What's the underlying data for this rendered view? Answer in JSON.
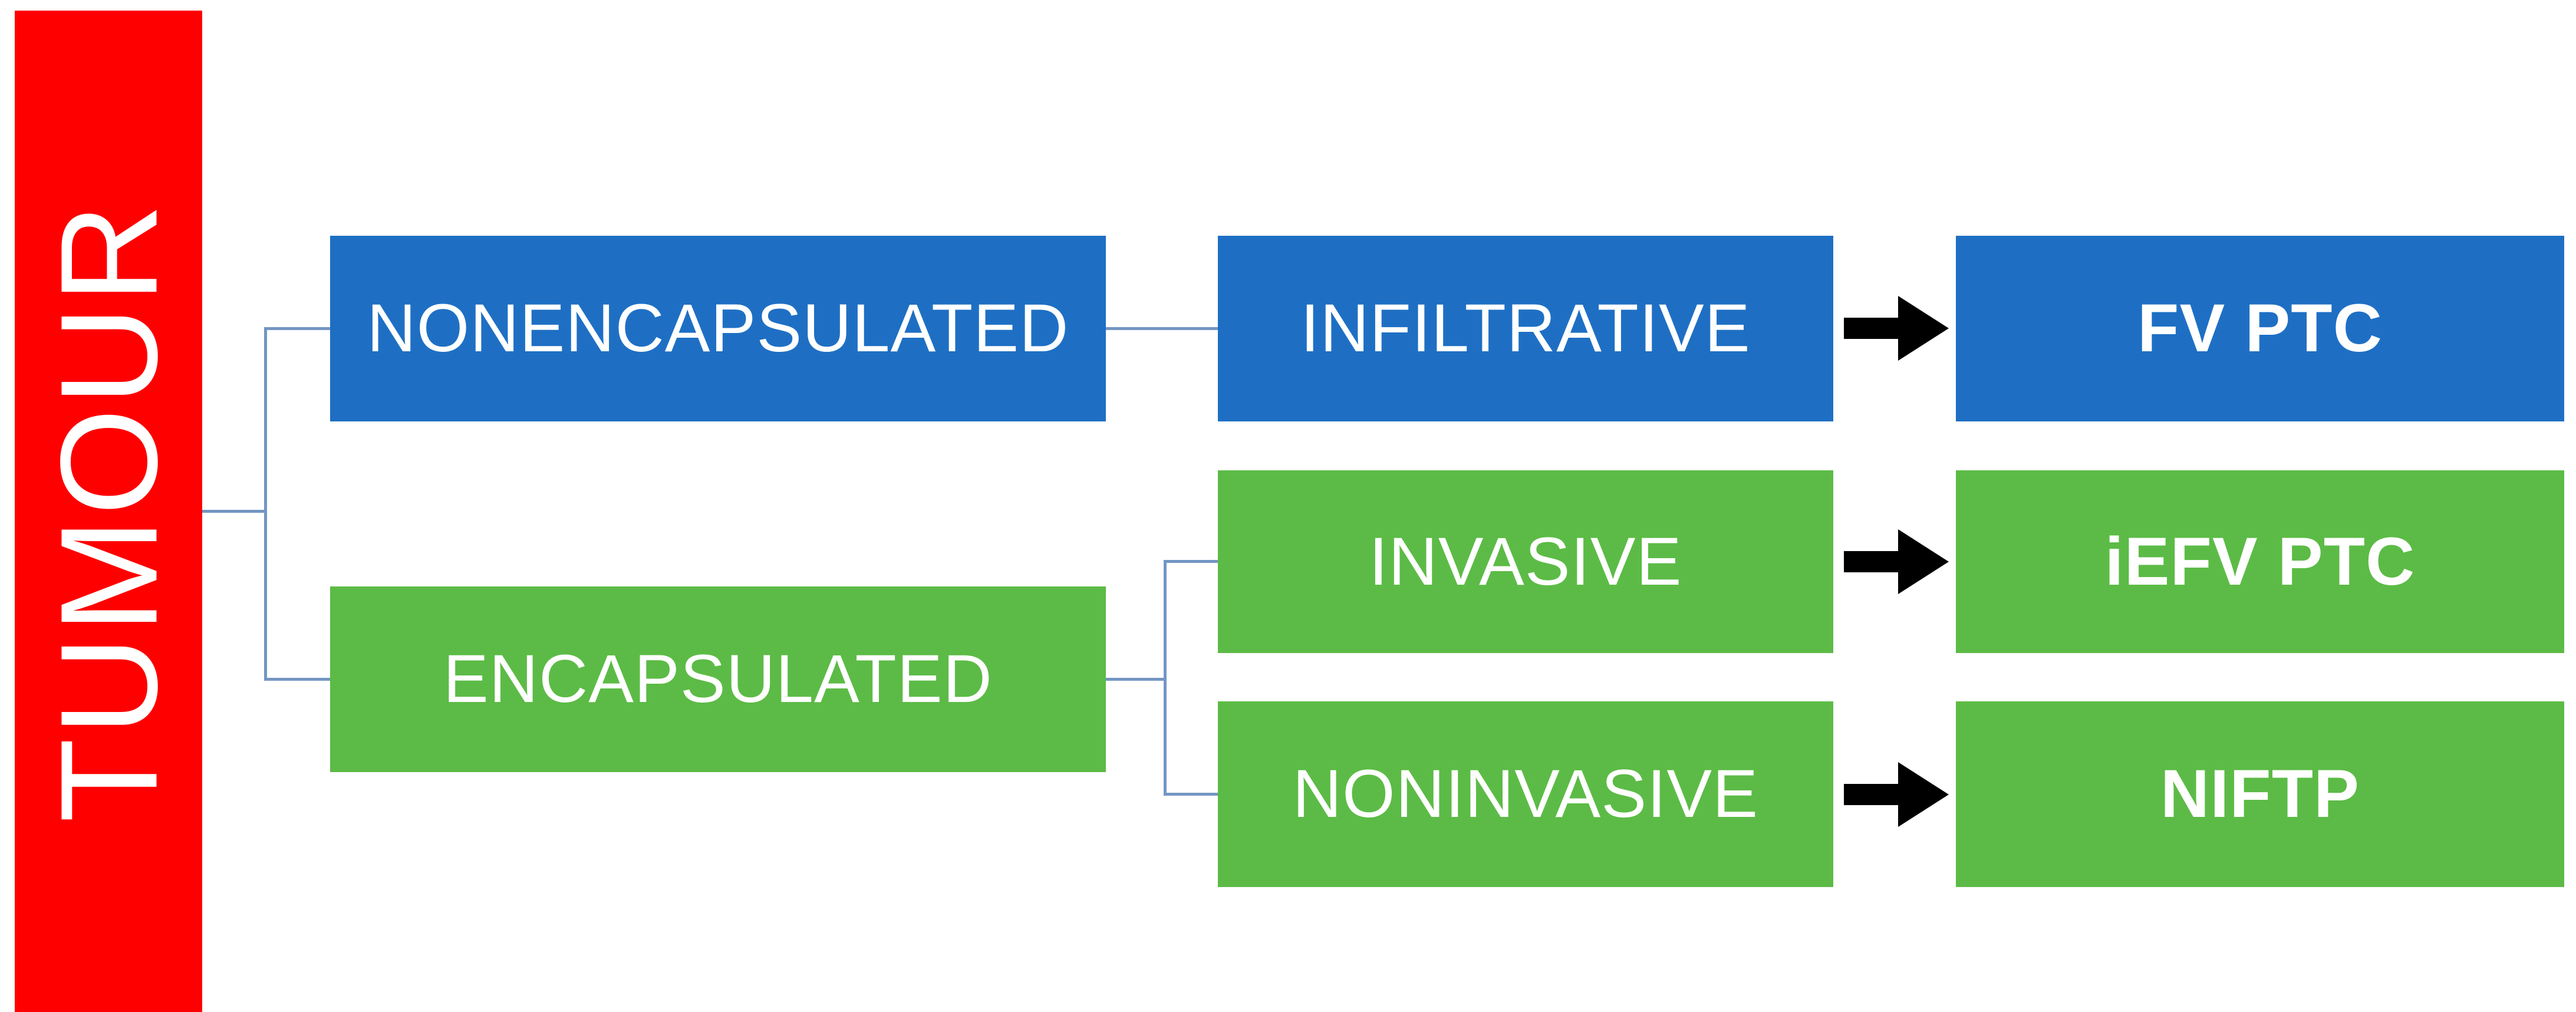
{
  "root": {
    "label": "TUMOUR"
  },
  "nodes": {
    "nonencapsulated": {
      "label": "NONENCAPSULATED"
    },
    "infiltrative": {
      "label": "INFILTRATIVE"
    },
    "fv_ptc": {
      "label": "FV PTC"
    },
    "encapsulated": {
      "label": "ENCAPSULATED"
    },
    "invasive": {
      "label": "INVASIVE"
    },
    "iefv_ptc": {
      "label": "iEFV PTC"
    },
    "noninvasive": {
      "label": "NONINVASIVE"
    },
    "niftp": {
      "label": "NIFTP"
    }
  },
  "icons": {
    "flow_arrow": "arrow-right-icon"
  },
  "colors": {
    "root_red": "#fe0000",
    "branch_blue": "#1e6fc4",
    "branch_green": "#5cbb46",
    "connector_line": "#7296c4",
    "arrow_black": "#000000",
    "label_text": "#ffffff",
    "background": "#ffffff"
  }
}
